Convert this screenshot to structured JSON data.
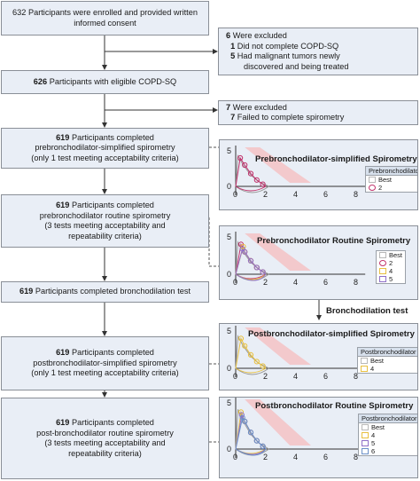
{
  "flow": {
    "enrolled": {
      "num": "632",
      "text1": "Participants were enrolled and provided written",
      "text2": "informed consent"
    },
    "excluded1": {
      "num": "6",
      "head": "Were excluded",
      "r1num": "1",
      "r1": "Did not complete COPD-SQ",
      "r2num": "5",
      "r2a": "Had malignant tumors newly",
      "r2b": "discovered and being treated"
    },
    "eligible": {
      "num": "626",
      "text": "Participants with eligible COPD-SQ"
    },
    "excluded2": {
      "num": "7",
      "head": "Were excluded",
      "r1num": "7",
      "r1": "Failed to complete spirometry"
    },
    "step1": {
      "num": "619",
      "t1": "Participants completed",
      "t2": "prebronchodilator-simplified spirometry",
      "t3": "(only 1 test meeting acceptability criteria)"
    },
    "step2": {
      "num": "619",
      "t1": "Participants completed",
      "t2": "prebronchodilator routine spirometry",
      "t3": "(3 tests meeting acceptability and",
      "t4": "repeatability criteria)"
    },
    "step3": {
      "num": "619",
      "t1": "Participants completed bronchodilation test"
    },
    "step4": {
      "num": "619",
      "t1": "Participants completed",
      "t2": "postbronchodilator-simplified spirometry",
      "t3": "(only 1 test meeting acceptability criteria)"
    },
    "step5": {
      "num": "619",
      "t1": "Participants completed",
      "t2": "post-bronchodilator routine spirometry",
      "t3": "(3 tests meeting acceptability and",
      "t4": "repeatability criteria)"
    },
    "bronchodilation_label": "Bronchodilation test"
  },
  "panels": [
    {
      "title": "Prebronchodilator-simplified Spirometry",
      "legend_title": "Prebronchodilator",
      "legend": [
        {
          "label": "Best",
          "color": "#b8b8b8"
        },
        {
          "label": "2",
          "color": "#c0306a"
        }
      ]
    },
    {
      "title": "Prebronchodilator Routine Spirometry",
      "legend_title": "",
      "legend": [
        {
          "label": "Best",
          "color": "#b8b8b8"
        },
        {
          "label": "2",
          "color": "#c0306a"
        },
        {
          "label": "4",
          "color": "#e8c040"
        },
        {
          "label": "5",
          "color": "#9070c8"
        }
      ]
    },
    {
      "title": "Postbronchodilator-simplified Spirometry",
      "legend_title": "Postbronchodilator",
      "legend": [
        {
          "label": "Best",
          "color": "#b8b8b8"
        },
        {
          "label": "4",
          "color": "#e8c040"
        }
      ]
    },
    {
      "title": "Postbronchodilator Routine Spirometry",
      "legend_title": "Postbronchodilator",
      "legend": [
        {
          "label": "Best",
          "color": "#b8b8b8"
        },
        {
          "label": "4",
          "color": "#e8c040"
        },
        {
          "label": "5",
          "color": "#9070c8"
        },
        {
          "label": "6",
          "color": "#6a8fc8"
        }
      ]
    }
  ],
  "axis": {
    "x_ticks": [
      "0",
      "2",
      "4",
      "6",
      "8"
    ],
    "y_ticks": [
      "5",
      "0"
    ]
  }
}
